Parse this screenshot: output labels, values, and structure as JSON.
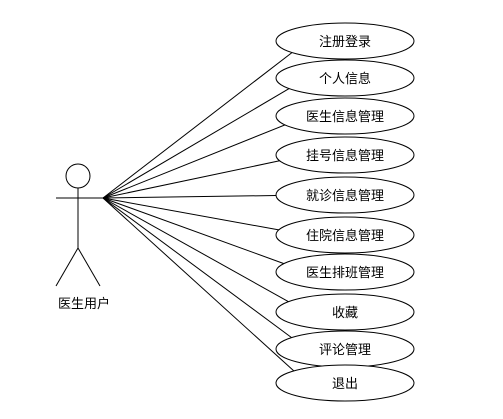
{
  "actor": {
    "label": "医生用户"
  },
  "use_cases": [
    {
      "label": "注册登录"
    },
    {
      "label": "个人信息"
    },
    {
      "label": "医生信息管理"
    },
    {
      "label": "挂号信息管理"
    },
    {
      "label": "就诊信息管理"
    },
    {
      "label": "住院信息管理"
    },
    {
      "label": "医生排班管理"
    },
    {
      "label": "收藏"
    },
    {
      "label": "评论管理"
    },
    {
      "label": "退出"
    }
  ]
}
